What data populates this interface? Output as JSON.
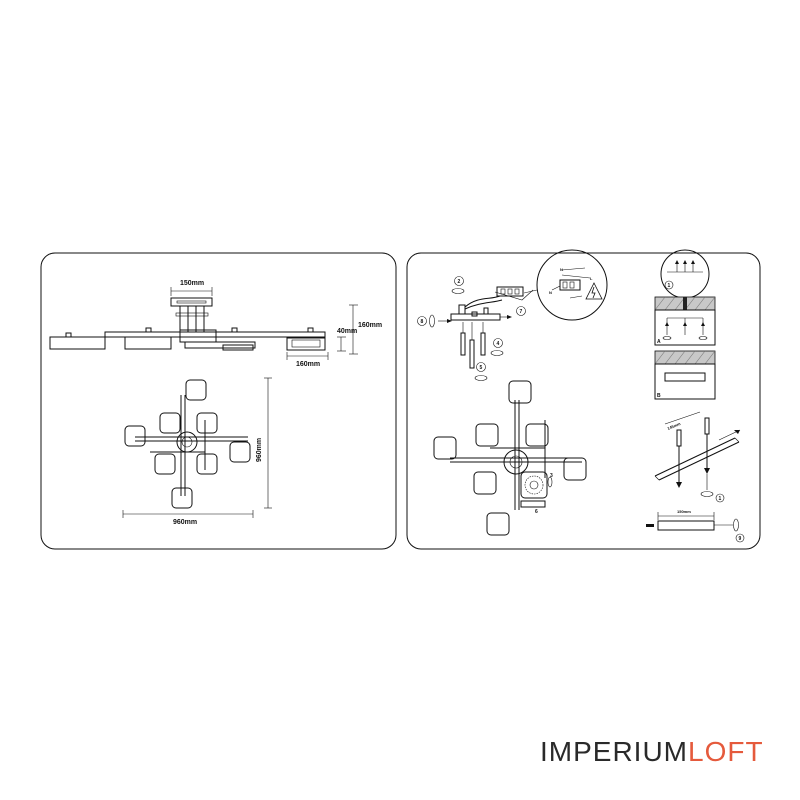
{
  "left_panel": {
    "dimensions": {
      "top_width": "150mm",
      "height_total": "160mm",
      "height_small": "40mm",
      "bottom_width": "160mm",
      "plan_width": "960mm",
      "plan_height": "960mm"
    }
  },
  "right_panel": {
    "step_numbers": [
      "2",
      "3",
      "4",
      "5",
      "6",
      "7",
      "8",
      "1"
    ],
    "wiring_labels": [
      "N",
      "L",
      "N"
    ],
    "ceiling_labels": [
      "A",
      "B"
    ],
    "anchor_spacing": "145mm",
    "plate_width": "150mm",
    "step_9": "9"
  },
  "logo": {
    "part1": "IMPERIUM",
    "part2": "LOFT",
    "color_part1": "#2a2a2a",
    "color_part2": "#e55a3c"
  }
}
